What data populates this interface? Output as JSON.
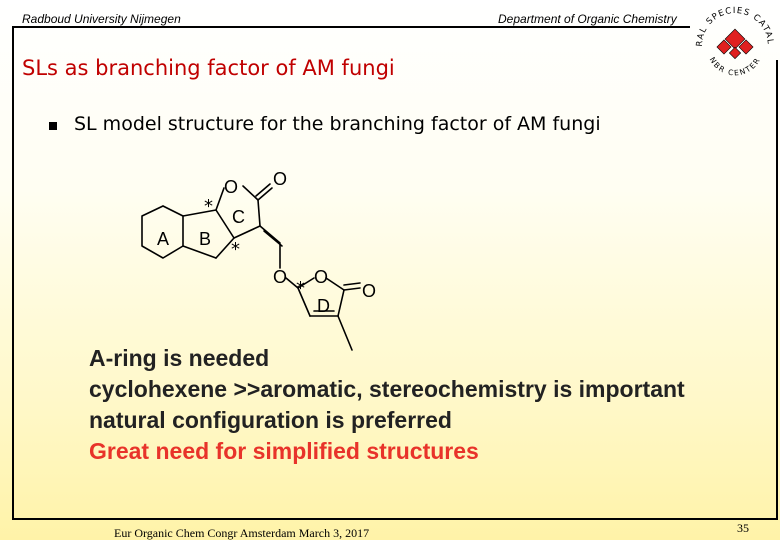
{
  "header": {
    "left": "Radboud University Nijmegen",
    "right": "Department of Organic Chemistry"
  },
  "logo": {
    "ring_top": "NATURAL SPECIES CATALOGUE",
    "ring_bottom": "NBR CENTER",
    "accent": "#e02020"
  },
  "slide": {
    "title": "SLs as branching factor of AM fungi",
    "bullet": "SL model structure for the branching factor of AM fungi"
  },
  "structure": {
    "ring_labels": [
      "A",
      "B",
      "C",
      "D"
    ],
    "atoms": [
      "O",
      "O",
      "O",
      "O",
      "O"
    ],
    "stereo_mark": "*"
  },
  "notes": [
    {
      "text": "A-ring is needed",
      "color": "#222222"
    },
    {
      "text": "cyclohexene >>aromatic, stereochemistry is important",
      "color": "#222222"
    },
    {
      "text": "natural configuration is preferred",
      "color": "#222222"
    },
    {
      "text": "Great need for simplified structures",
      "color": "#e8332a"
    }
  ],
  "footer": {
    "text": "Eur Organic Chem Congr Amsterdam  March 3, 2017",
    "page_number": "35"
  }
}
